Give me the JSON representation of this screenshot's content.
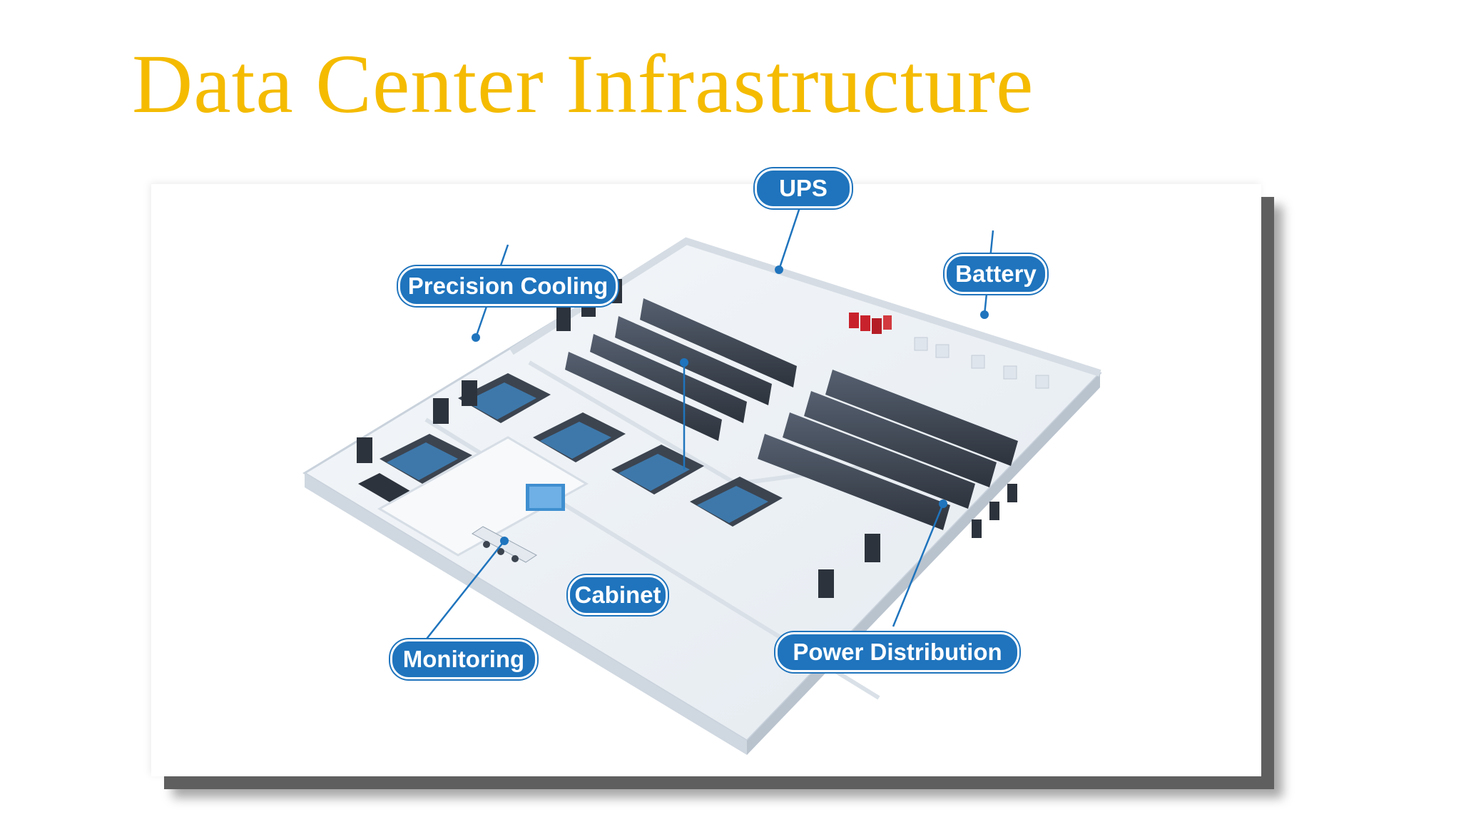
{
  "slide": {
    "title": "Data Center Infrastructure"
  },
  "diagram": {
    "labels": {
      "ups": "UPS",
      "battery": "Battery",
      "precision_cooling": "Precision Cooling",
      "cabinet": "Cabinet",
      "monitoring": "Monitoring",
      "power_distribution": "Power Distribution"
    }
  },
  "colors": {
    "title": "#f4bb00",
    "callout": "#1f74bd",
    "rack": "#3c4450",
    "rack_accent": "#3f8fd0",
    "floor": "#eef2f6",
    "wall": "#dfe5ec",
    "battery_red": "#c8232c"
  }
}
